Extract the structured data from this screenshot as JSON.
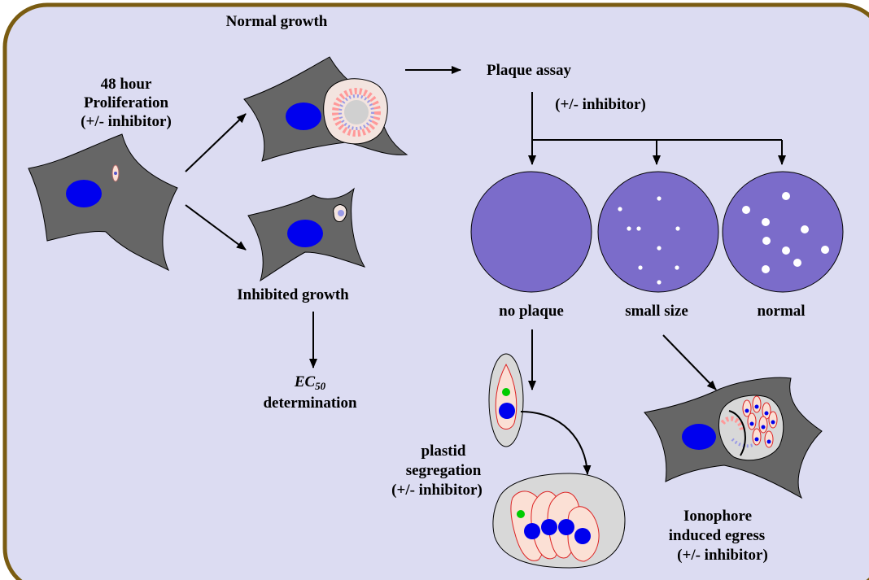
{
  "colors": {
    "background": "#dcdcf2",
    "frame": "#7a5c12",
    "cell": "#666666",
    "nucleus": "#0000ee",
    "vacuole": "#d8d8d8",
    "parasite": "#fbe0d5",
    "parasite_edge": "#dd2222",
    "apicoplast": "#00cc00",
    "plaque_dish": "#7b6cca",
    "plaque": "#ffffff"
  },
  "labels": {
    "normal_growth": "Normal growth",
    "proliferation_line1": "48 hour",
    "proliferation_line2": "Proliferation",
    "proliferation_line3": "(+/- inhibitor)",
    "inhibited_growth": "Inhibited growth",
    "ec50_main": "EC",
    "ec50_sub": "50",
    "determination": "determination",
    "plaque_assay": "Plaque assay",
    "plaque_inhibitor": "(+/- inhibitor)",
    "no_plaque": "no plaque",
    "small_size": "small size",
    "normal": "normal",
    "plastid_line1": "plastid",
    "plastid_line2": "segregation",
    "plastid_line3": "(+/- inhibitor)",
    "ionophore_line1": "Ionophore",
    "ionophore_line2": "induced egress",
    "ionophore_line3": "(+/- inhibitor)"
  },
  "icons": [
    "host-cell-icon",
    "nucleus-icon",
    "parasitophorous-vacuole-icon",
    "parasite-icon",
    "apicoplast-icon",
    "plaque-dish-icon",
    "arrow-icon"
  ]
}
